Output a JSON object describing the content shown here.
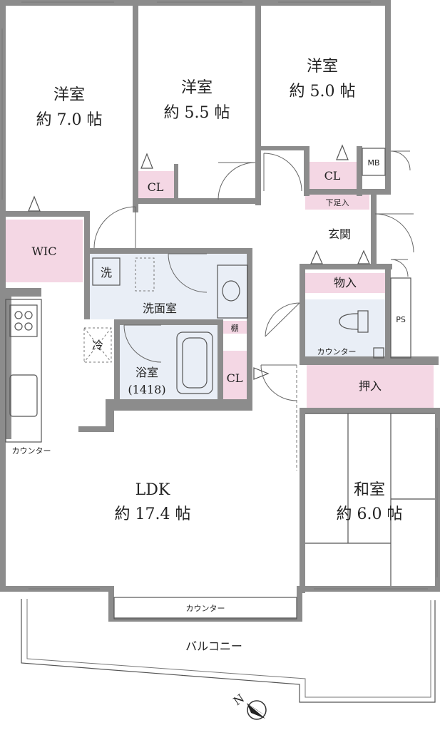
{
  "rooms": {
    "western1": {
      "name": "洋室",
      "size": "約 7.0 帖"
    },
    "western2": {
      "name": "洋室",
      "size": "約 5.5 帖"
    },
    "western3": {
      "name": "洋室",
      "size": "約 5.0 帖"
    },
    "ldk": {
      "name": "LDK",
      "size": "約 17.4 帖"
    },
    "washitsu": {
      "name": "和室",
      "size": "約 6.0 帖"
    },
    "bath": {
      "name": "浴室",
      "size": "(1418)"
    },
    "washroom": "洗面室",
    "entrance": "玄関",
    "balcony": "バルコニー"
  },
  "storage": {
    "wic": "WIC",
    "cl1": "CL",
    "cl2": "CL",
    "cl3": "CL",
    "mb": "MB",
    "shoe_box": "下足入",
    "storeroom": "物入",
    "ps": "PS",
    "oshiire": "押入",
    "shelf": "棚"
  },
  "fixtures": {
    "washer": "洗",
    "fridge": "冷",
    "counter_kitchen": "カウンター",
    "counter_toilet": "カウンター",
    "counter_ldk": "カウンター"
  },
  "compass": "N"
}
